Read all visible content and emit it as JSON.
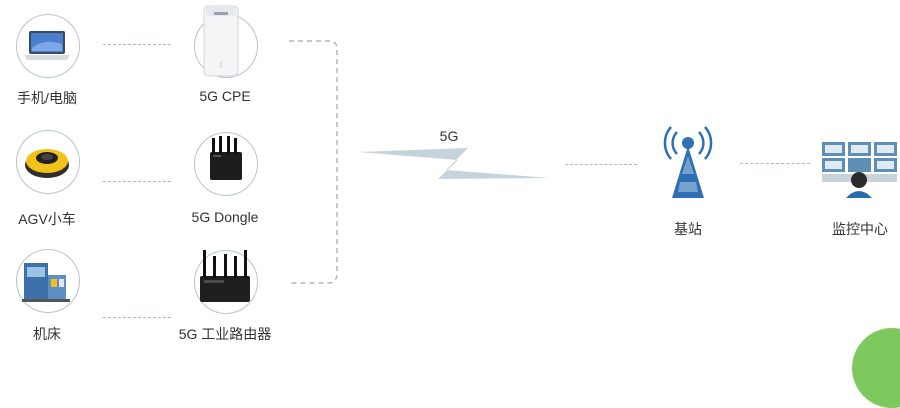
{
  "devices": [
    {
      "label": "手机/电脑",
      "icon": "laptop-icon"
    },
    {
      "label": "AGV小车",
      "icon": "agv-cart-icon"
    },
    {
      "label": "机床",
      "icon": "machine-tool-icon"
    }
  ],
  "terminals": [
    {
      "label": "5G CPE",
      "icon": "cpe-router-icon"
    },
    {
      "label": "5G Dongle",
      "icon": "dongle-icon"
    },
    {
      "label": "5G 工业路由器",
      "icon": "industrial-router-icon"
    }
  ],
  "link_label": "5G",
  "base_station": {
    "label": "基站",
    "icon": "cell-tower-icon"
  },
  "monitor_center": {
    "label": "监控中心",
    "icon": "monitoring-center-icon"
  },
  "colors": {
    "line": "#aab8c2",
    "lightning": "#c5d3dd",
    "tower": "#2f6fb5",
    "accent_green": "#7dc95e"
  }
}
